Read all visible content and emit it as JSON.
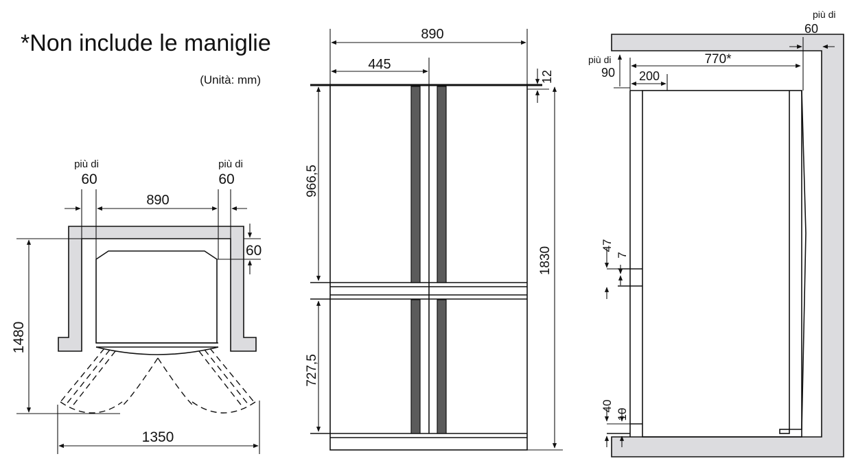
{
  "header": {
    "note": "*Non include le maniglie",
    "unit": "(Unità: mm)"
  },
  "top_view": {
    "clearance_label_left": "più di",
    "clearance_value_left": "60",
    "clearance_label_right": "più di",
    "clearance_value_right": "60",
    "width": "890",
    "rear_gap": "60",
    "depth_open": "1480",
    "width_open": "1350"
  },
  "front_view": {
    "width": "890",
    "half_width": "445",
    "top_gap": "12",
    "upper_door_height": "966,5",
    "lower_door_height": "727,5",
    "total_height": "1830"
  },
  "side_view": {
    "clearance_top_label": "più di",
    "clearance_top_value": "60",
    "clearance_back_label": "più di",
    "clearance_back_value": "90",
    "depth": "770*",
    "top_depth": "200",
    "gap_47": "47",
    "gap_7": "7",
    "gap_40": "40",
    "gap_10": "10"
  }
}
